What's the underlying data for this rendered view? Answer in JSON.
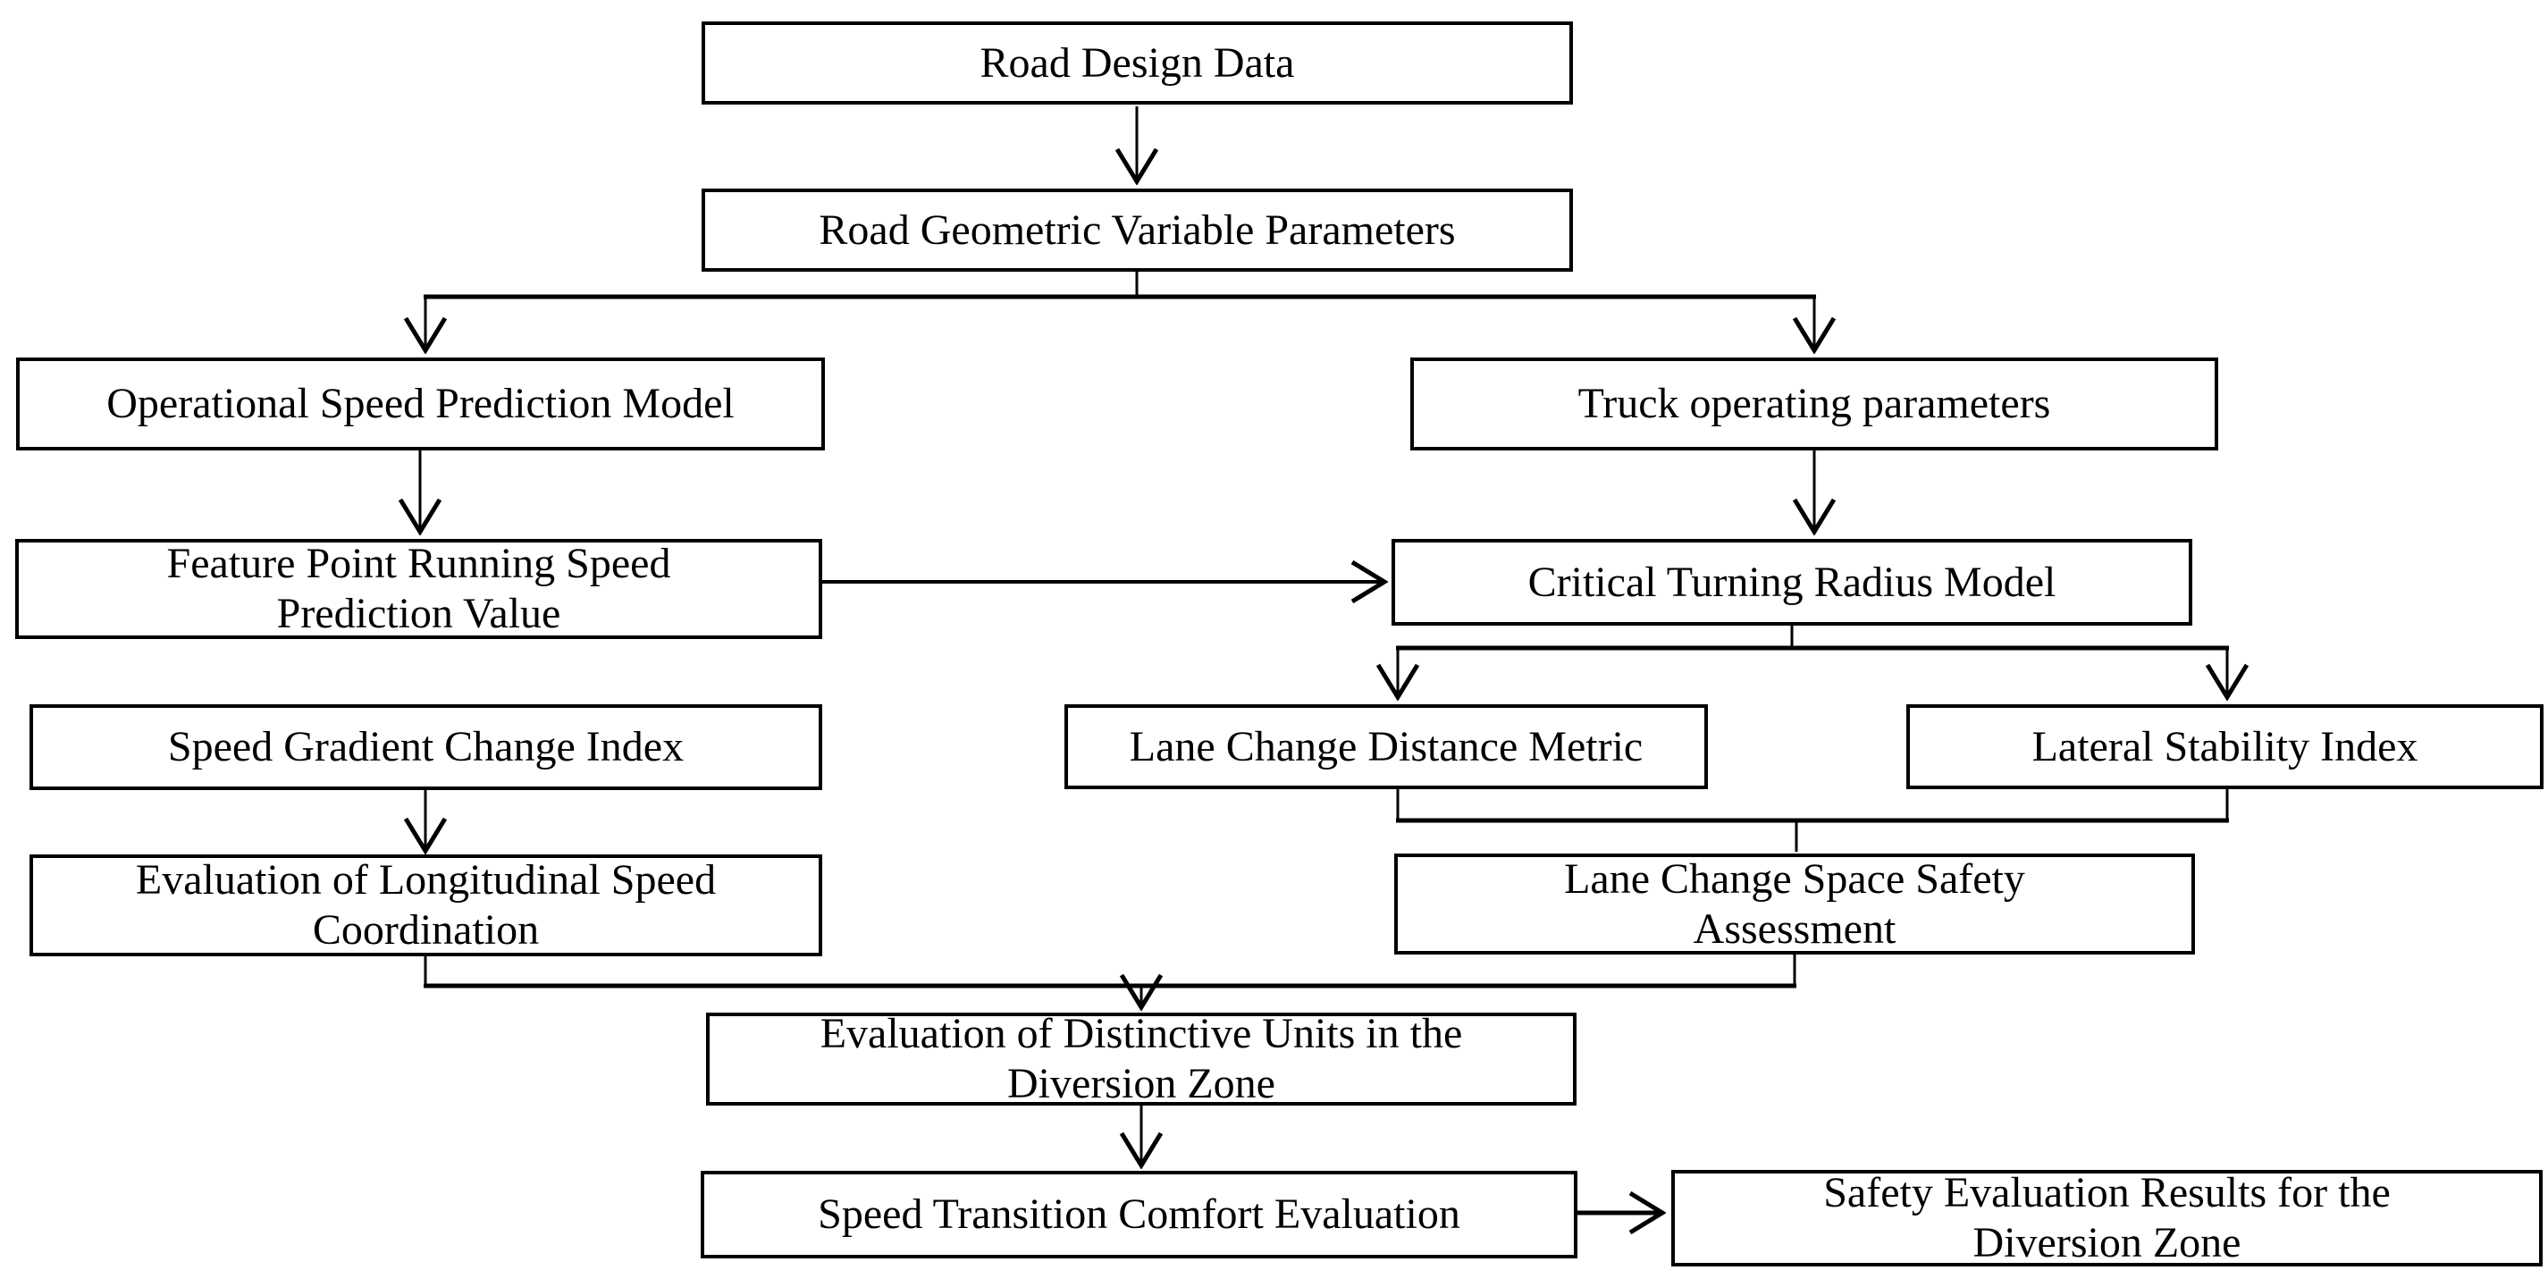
{
  "diagram": {
    "type": "flowchart",
    "colors": {
      "background": "#ffffff",
      "box_fill": "#ffffff",
      "box_border": "#000000",
      "text": "#000000",
      "connector": "#000000"
    },
    "nodes": {
      "road_design": {
        "label": "Road Design Data"
      },
      "road_geometric": {
        "label": "Road Geometric Variable Parameters"
      },
      "operational_speed": {
        "label": "Operational Speed Prediction Model"
      },
      "truck_params": {
        "label": "Truck operating parameters"
      },
      "feature_point": {
        "label": "Feature Point Running Speed\nPrediction Value"
      },
      "critical_turning": {
        "label": "Critical Turning Radius Model"
      },
      "speed_gradient": {
        "label": "Speed Gradient Change Index"
      },
      "lane_change_distance": {
        "label": "Lane Change Distance Metric"
      },
      "lateral_stability": {
        "label": "Lateral Stability Index"
      },
      "longitudinal_coordination": {
        "label": "Evaluation of Longitudinal Speed\nCoordination"
      },
      "lane_change_space": {
        "label": "Lane Change Space Safety\nAssessment"
      },
      "distinctive_units": {
        "label": "Evaluation of Distinctive Units in the\nDiversion Zone"
      },
      "speed_transition": {
        "label": "Speed Transition Comfort Evaluation"
      },
      "safety_results": {
        "label": "Safety Evaluation Results for the\nDiversion Zone"
      }
    },
    "edges": [
      {
        "from": "road_design",
        "to": "road_geometric"
      },
      {
        "from": "road_geometric",
        "to": "operational_speed"
      },
      {
        "from": "road_geometric",
        "to": "truck_params"
      },
      {
        "from": "operational_speed",
        "to": "feature_point"
      },
      {
        "from": "truck_params",
        "to": "critical_turning"
      },
      {
        "from": "feature_point",
        "to": "critical_turning"
      },
      {
        "from": "critical_turning",
        "to": "lane_change_distance"
      },
      {
        "from": "critical_turning",
        "to": "lateral_stability"
      },
      {
        "from": "lane_change_distance",
        "to": "lane_change_space"
      },
      {
        "from": "lateral_stability",
        "to": "lane_change_space"
      },
      {
        "from": "speed_gradient",
        "to": "longitudinal_coordination"
      },
      {
        "from": "longitudinal_coordination",
        "to": "distinctive_units"
      },
      {
        "from": "lane_change_space",
        "to": "distinctive_units"
      },
      {
        "from": "distinctive_units",
        "to": "speed_transition"
      },
      {
        "from": "speed_transition",
        "to": "safety_results"
      }
    ]
  }
}
